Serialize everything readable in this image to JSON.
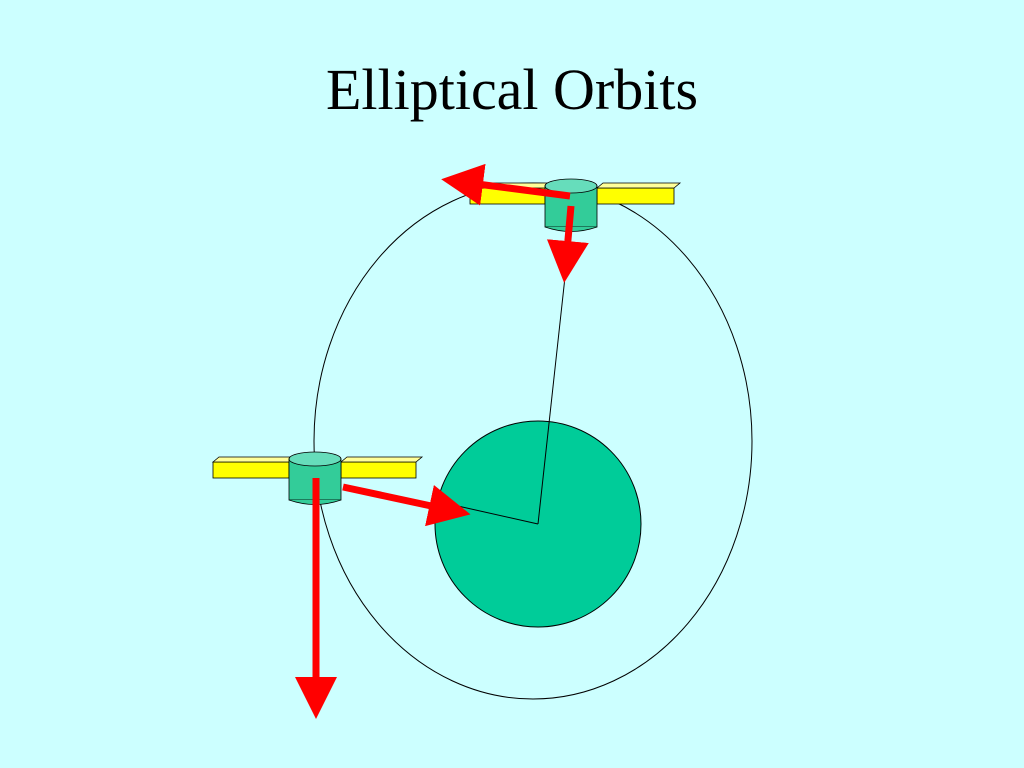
{
  "title": "Elliptical Orbits",
  "colors": {
    "background": "#ccffff",
    "planet": "#00cc99",
    "satellite_body": "#33cc99",
    "solar_panel": "#ffff00",
    "arrow": "#ff0000",
    "line": "#000000"
  },
  "elements": {
    "planet": "planet-circle",
    "orbit": "elliptical-orbit",
    "satellites": [
      "satellite-apoapsis",
      "satellite-periapsis"
    ],
    "arrows": [
      "velocity-arrow",
      "gravity-arrow"
    ]
  }
}
